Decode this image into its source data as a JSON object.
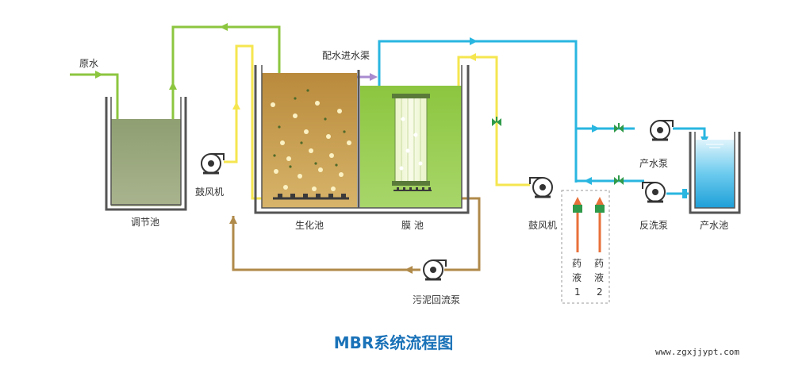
{
  "labels": {
    "raw_water": "原水",
    "equalization_tank": "调节池",
    "blower_left": "鼓风机",
    "bio_tank": "生化池",
    "membrane_tank": "膜 池",
    "inlet_channel": "配水进水渠",
    "blower_right": "鼓风机",
    "sludge_pump": "污泥回流泵",
    "product_pump": "产水泵",
    "backwash_pump": "反洗泵",
    "product_tank": "产水池",
    "chem1": [
      "药",
      "液",
      "1"
    ],
    "chem2": [
      "药",
      "液",
      "2"
    ]
  },
  "title": "MBR系统流程图",
  "watermark": "www.zgxjjypt.com",
  "colors": {
    "green_line": "#8cc63f",
    "yellow_line": "#f5e650",
    "cyan_line": "#29b6e0",
    "brown_line": "#b08a4a",
    "purple_line": "#a98bd0",
    "orange_arrow": "#e8703a",
    "valve_green": "#2f9a4a",
    "title": "#1a72b8"
  },
  "icons": [
    "pump-icon",
    "valve-icon",
    "arrow-icon"
  ]
}
